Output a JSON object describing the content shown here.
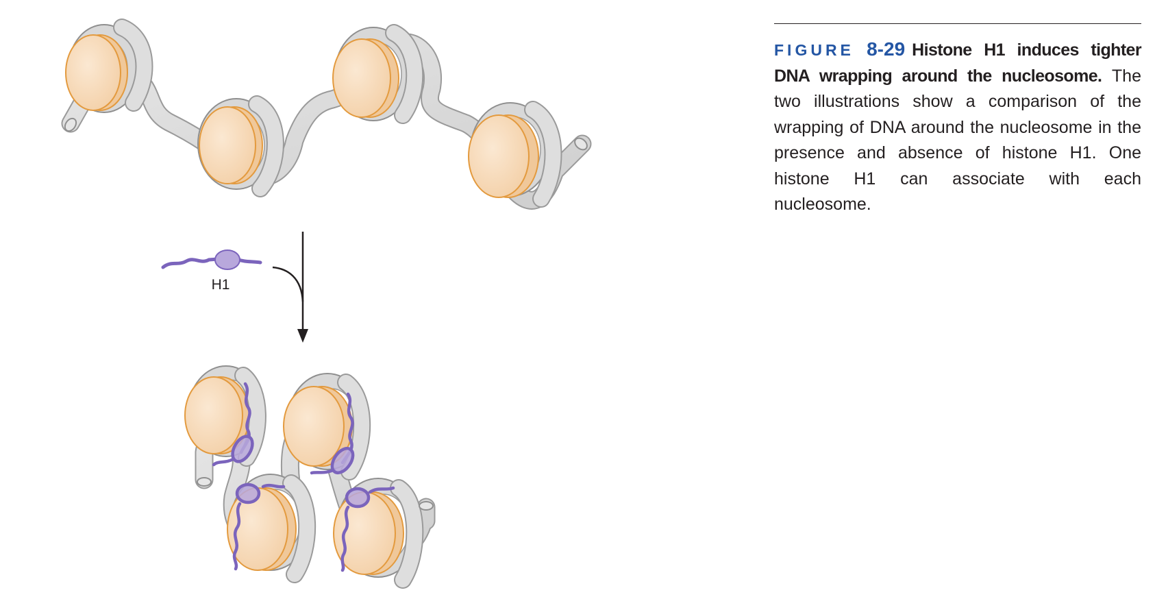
{
  "caption": {
    "figure_word": "FIGURE",
    "figure_number": "8-29",
    "title": "Histone H1 induces tight­er DNA wrapping around the nucleosome.",
    "body": "The two illustrations show a comparison of the wrapping of DNA around the nucleo­some in the presence and absence of histone H1. One histone H1 can associate with each nucleosome."
  },
  "diagram": {
    "h1_label": "H1",
    "colors": {
      "dna_fill": "#dcdcdc",
      "dna_edge": "#8f8f8f",
      "histone_fill": "#f8dcbd",
      "histone_edge": "#e39a3e",
      "h1_fill": "#b8a8dc",
      "h1_stroke": "#7b64bc",
      "arrow": "#231f20"
    }
  }
}
